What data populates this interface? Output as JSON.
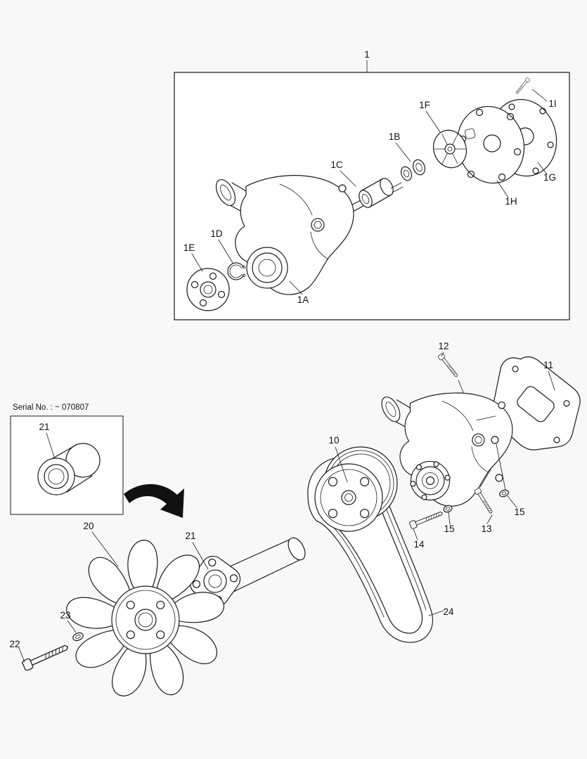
{
  "colors": {
    "background": "#f8f8f8",
    "ink": "#1a1a1a",
    "paper": "#ffffff"
  },
  "serial_note": "Serial No. : ~ 070807",
  "labels": {
    "l1": "1",
    "l1A": "1A",
    "l1B": "1B",
    "l1C": "1C",
    "l1D": "1D",
    "l1E": "1E",
    "l1F": "1F",
    "l1G": "1G",
    "l1H": "1H",
    "l1I": "1I",
    "l10": "10",
    "l11": "11",
    "l12": "12",
    "l13": "13",
    "l14": "14",
    "l15_left": "15",
    "l15_right": "15",
    "l20": "20",
    "l21": "21",
    "l21_inset": "21",
    "l22": "22",
    "l23": "23",
    "l24": "24"
  }
}
